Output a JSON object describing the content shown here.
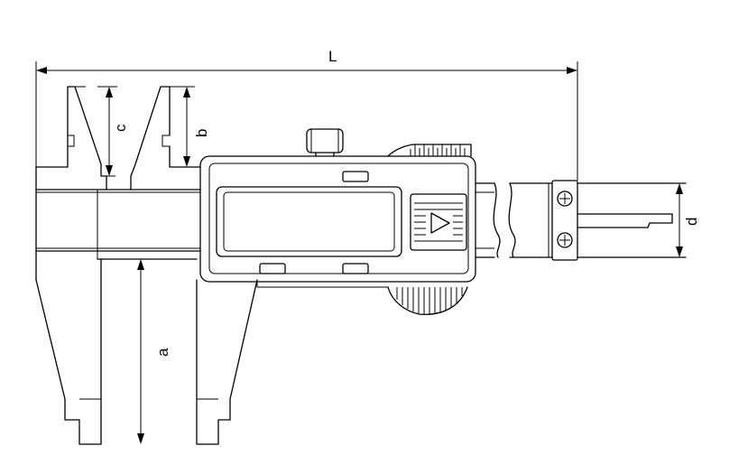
{
  "labels": {
    "length": "L",
    "inside_jaw_depth": "c",
    "inside_jaw_small": "b",
    "outside_jaw_depth": "a",
    "beam_depth": "d"
  }
}
